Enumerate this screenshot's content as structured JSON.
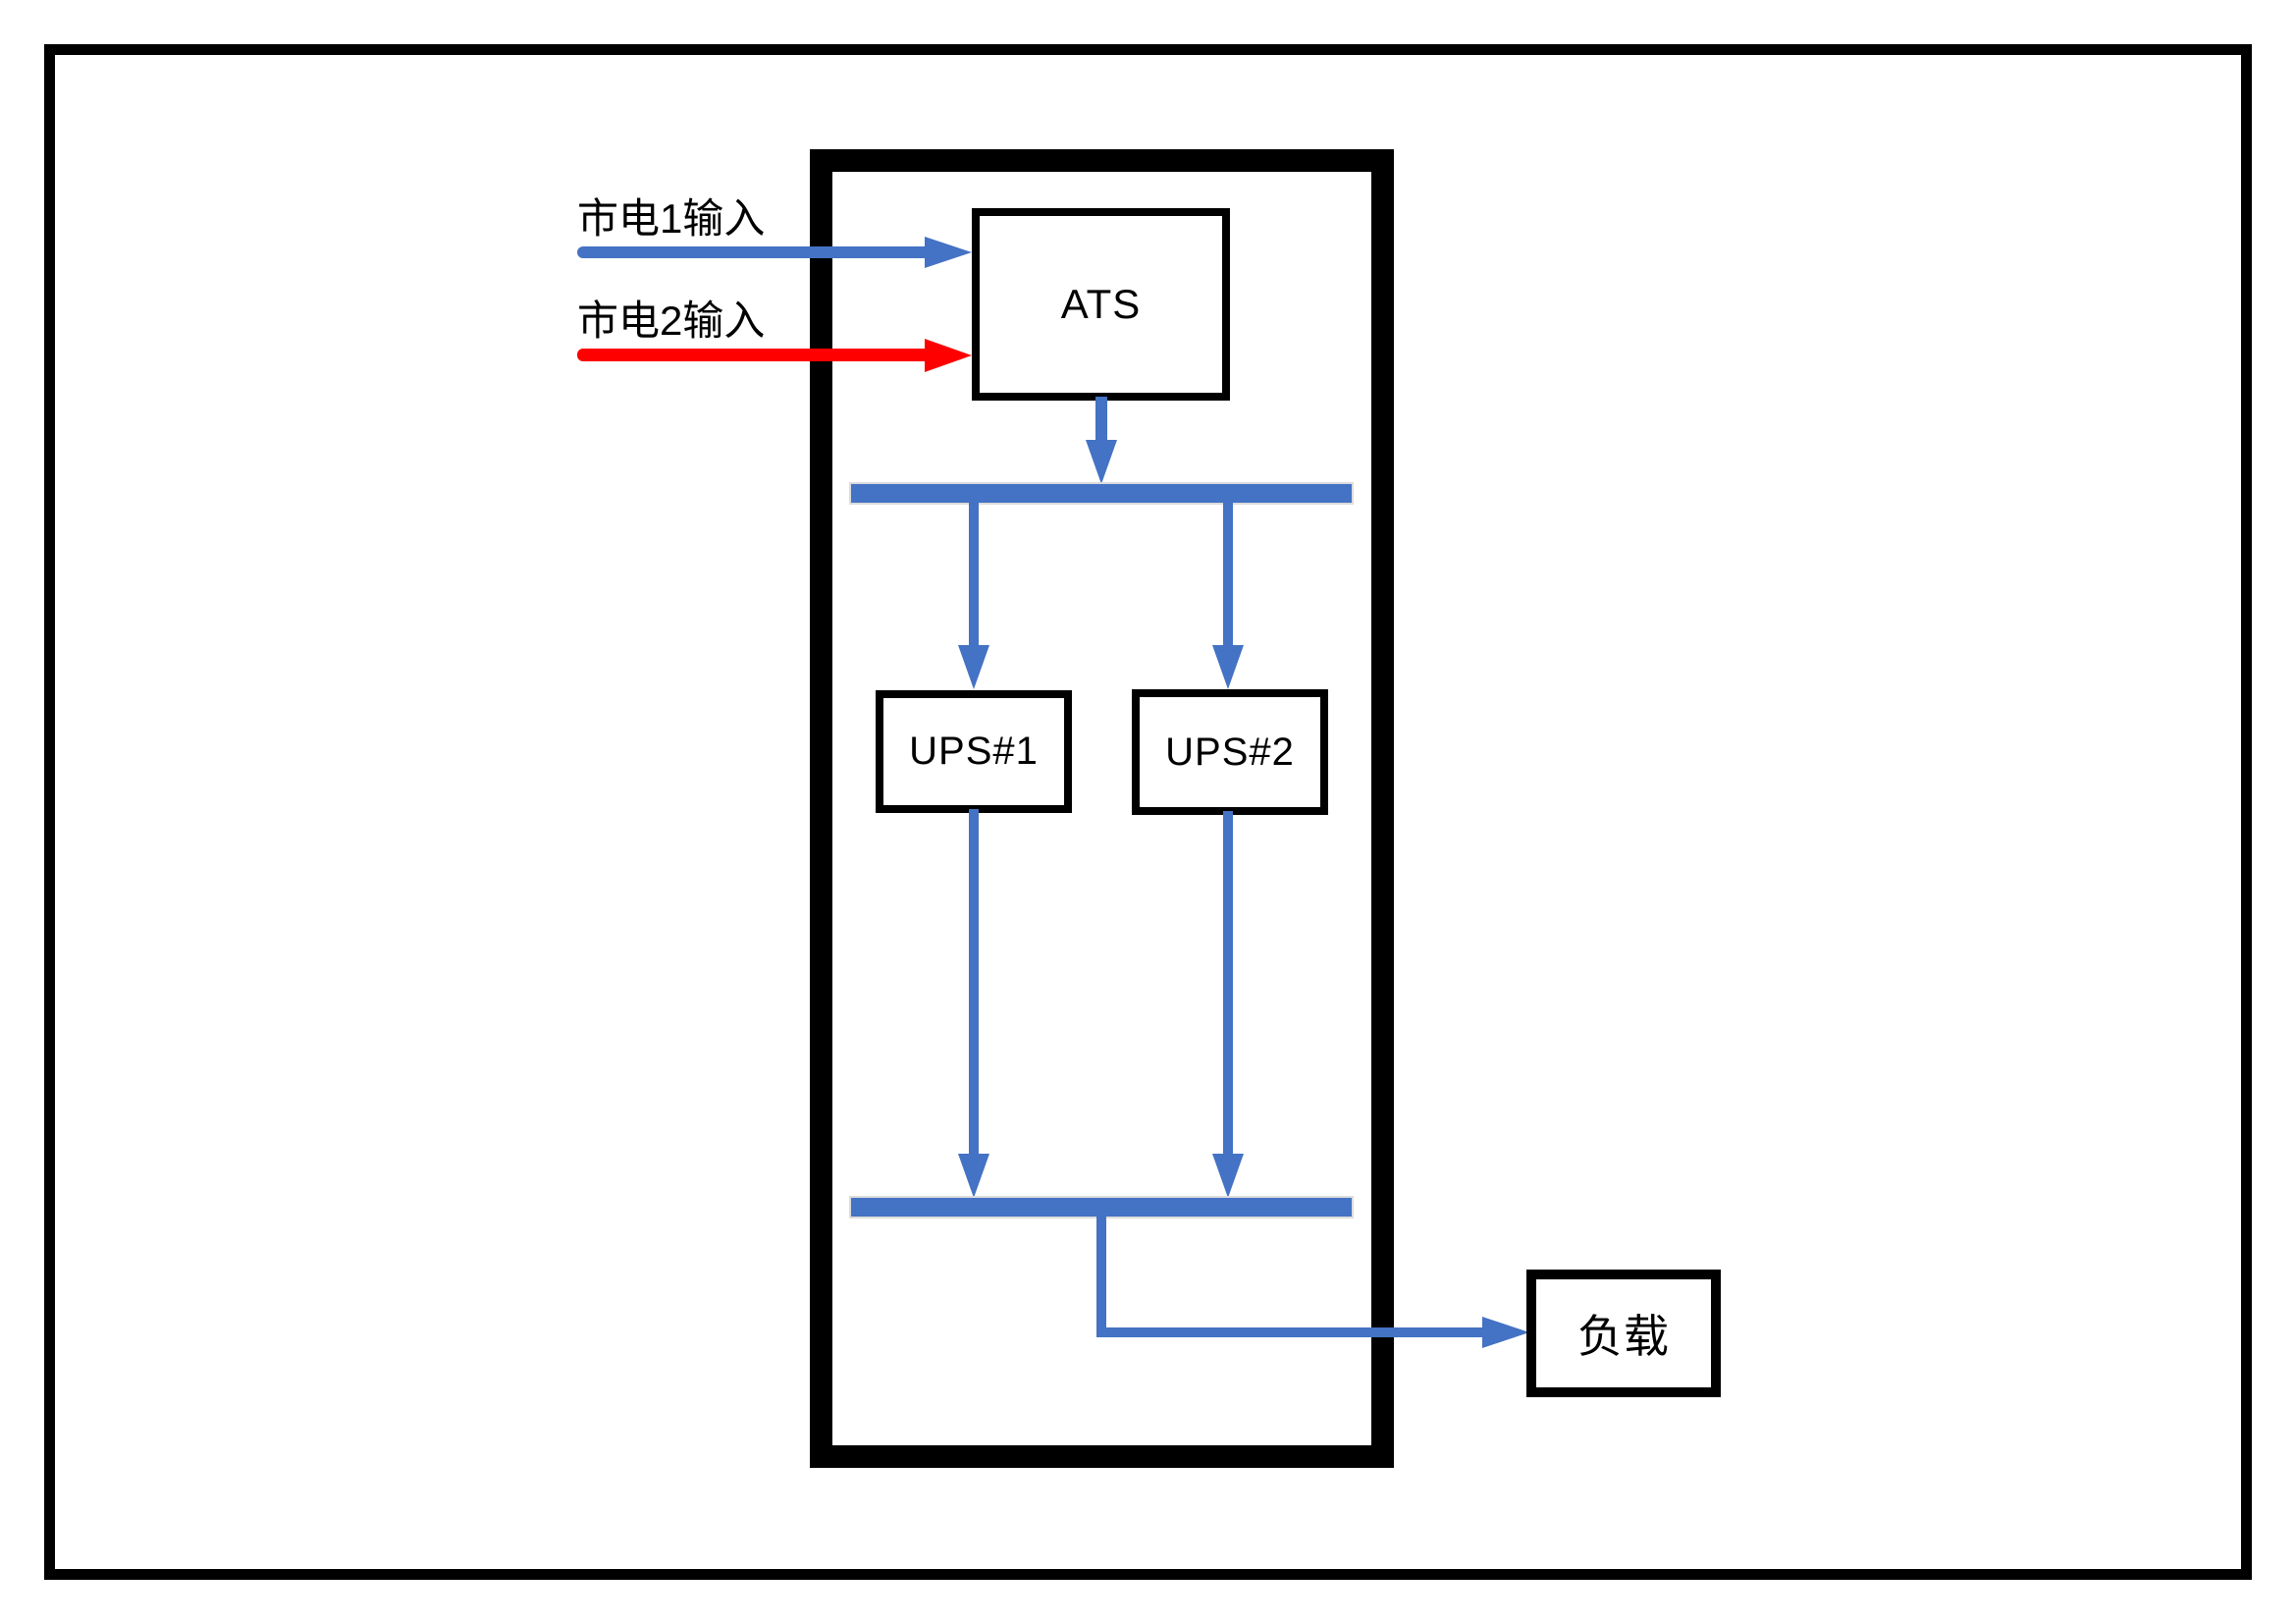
{
  "colors": {
    "line_blue": "#4472C4",
    "line_red": "#FF0000",
    "box_border": "#000000",
    "canvas_bg": "#FFFFFF"
  },
  "inputs": {
    "mains1": {
      "label": "市电1输入",
      "color": "#4472C4"
    },
    "mains2": {
      "label": "市电2输入",
      "color": "#FF0000"
    }
  },
  "nodes": {
    "ats": {
      "label": "ATS"
    },
    "ups1": {
      "label": "UPS#1"
    },
    "ups2": {
      "label": "UPS#2"
    },
    "load": {
      "label": "负载"
    }
  },
  "edges": [
    {
      "from": "市电1输入",
      "to": "ATS",
      "color": "#4472C4"
    },
    {
      "from": "市电2输入",
      "to": "ATS",
      "color": "#FF0000"
    },
    {
      "from": "ATS",
      "to": "input-bus",
      "color": "#4472C4"
    },
    {
      "from": "input-bus",
      "to": "UPS#1",
      "color": "#4472C4"
    },
    {
      "from": "input-bus",
      "to": "UPS#2",
      "color": "#4472C4"
    },
    {
      "from": "UPS#1",
      "to": "output-bus",
      "color": "#4472C4"
    },
    {
      "from": "UPS#2",
      "to": "output-bus",
      "color": "#4472C4"
    },
    {
      "from": "output-bus",
      "to": "负载",
      "color": "#4472C4"
    }
  ]
}
